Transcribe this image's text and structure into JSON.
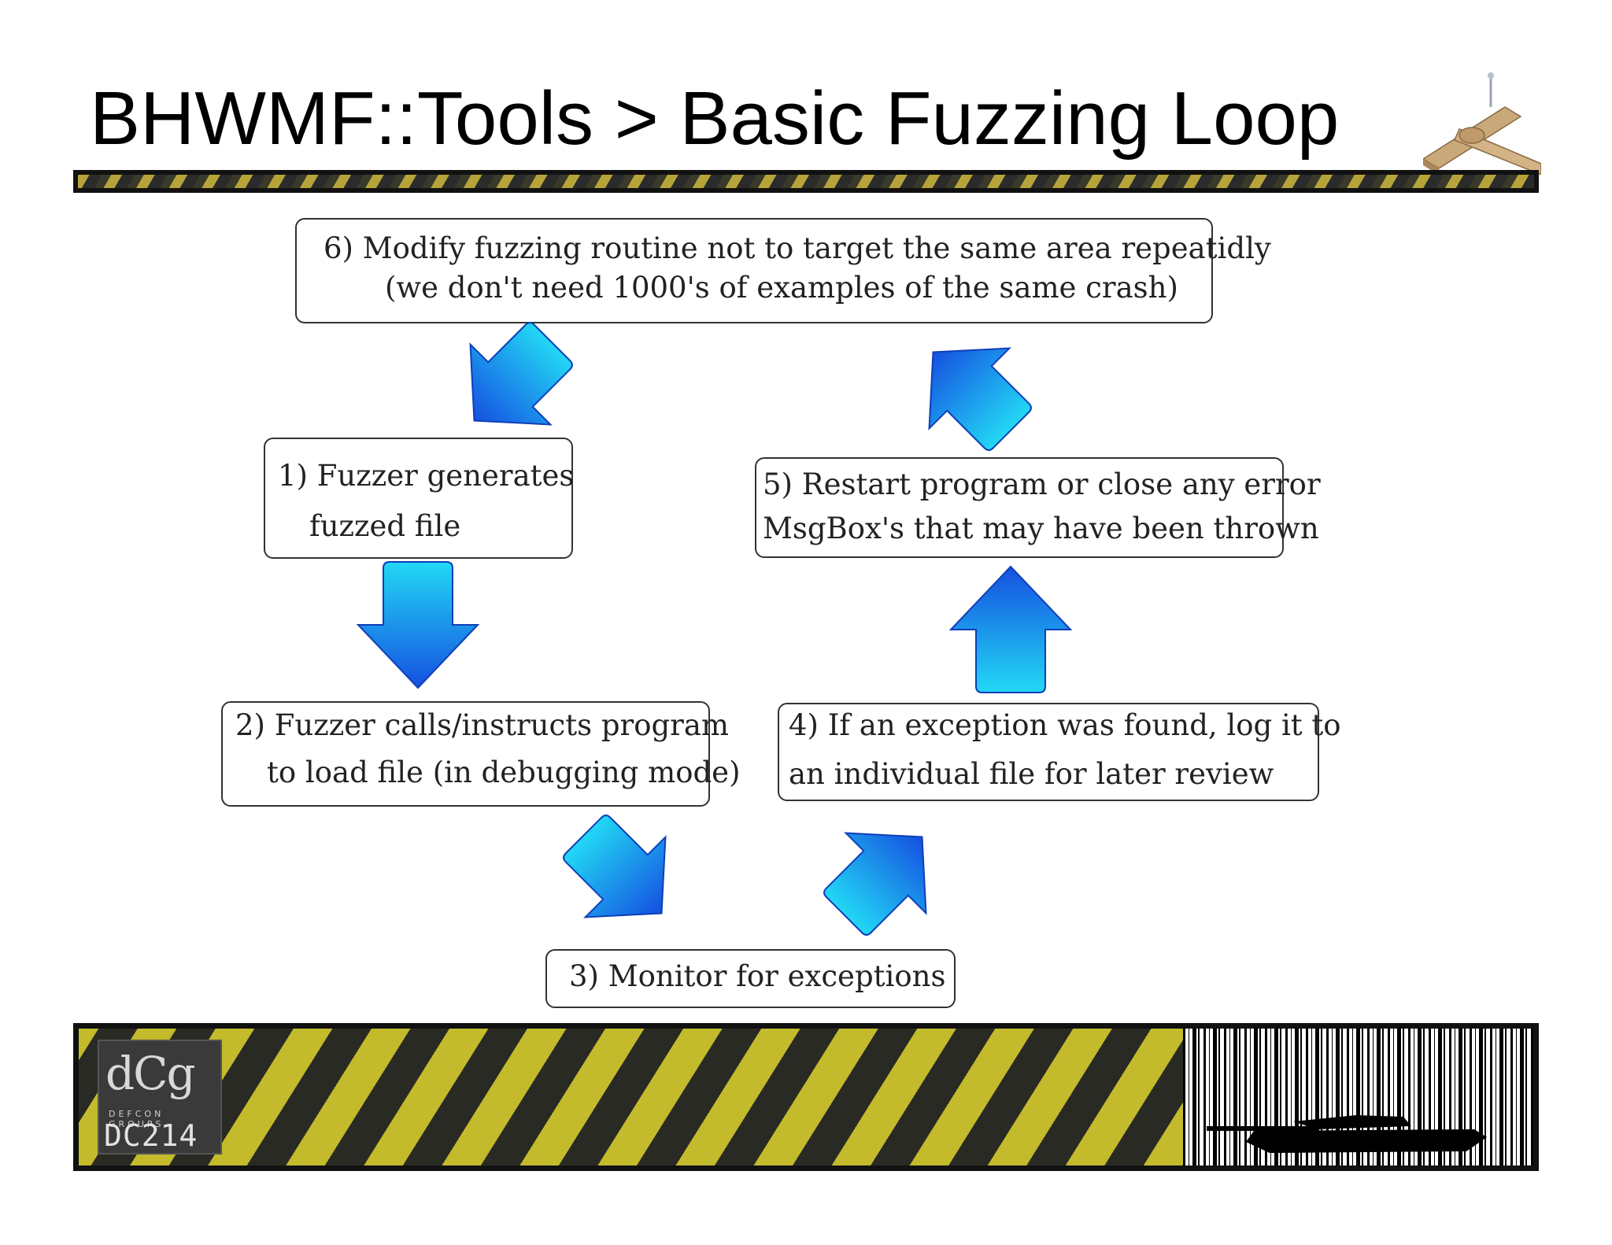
{
  "title": "BHWMF::Tools > Basic Fuzzing Loop",
  "steps": [
    {
      "line1": "1) Fuzzer generates",
      "line2": "fuzzed file"
    },
    {
      "line1": "2) Fuzzer calls/instructs program",
      "line2": "to load file (in debugging mode)"
    },
    {
      "line1": "3) Monitor for exceptions"
    },
    {
      "line1": "4) If an exception was found, log it to",
      "line2": "an individual file for later review"
    },
    {
      "line1": "5) Restart program or close any error",
      "line2": "MsgBox's that may have been thrown"
    },
    {
      "line1": "6) Modify fuzzing routine not to target the same area repeatidly",
      "line2": "(we don't need 1000's of examples of the same crash)"
    }
  ],
  "footer": {
    "logo_mark": "dCg",
    "logo_subtitle": "DEFCON GROUPS",
    "logo_name": "DC214"
  },
  "colors": {
    "arrow_top": "#22d8f5",
    "arrow_bottom": "#1550e0",
    "box_border": "#333333",
    "hazard_yellow": "#c3ba2c",
    "hazard_dark": "#2a2a24"
  }
}
